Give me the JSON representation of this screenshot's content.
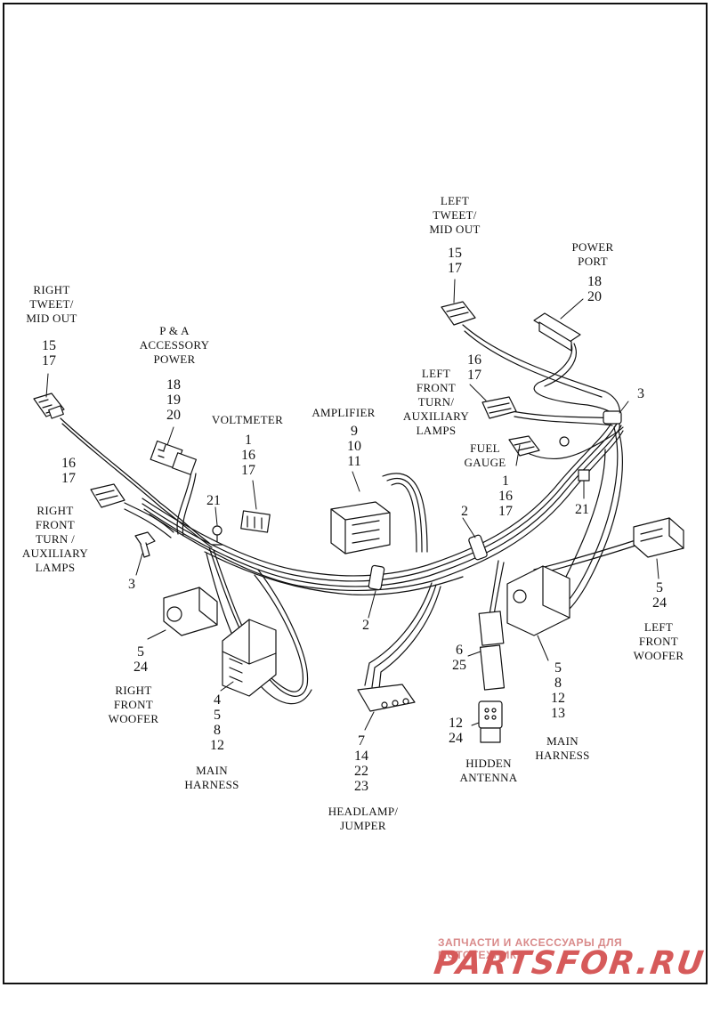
{
  "labels": {
    "right_tweet": [
      "RIGHT",
      "TWEET/",
      "MID OUT"
    ],
    "right_tweet_nums": [
      "15",
      "17"
    ],
    "pa_power": [
      "P & A",
      "ACCESSORY",
      "POWER"
    ],
    "pa_power_nums": [
      "18",
      "19",
      "20"
    ],
    "voltmeter": [
      "VOLTMETER"
    ],
    "voltmeter_nums": [
      "1",
      "16",
      "17"
    ],
    "amplifier": [
      "AMPLIFIER"
    ],
    "amplifier_nums": [
      "9",
      "10",
      "11"
    ],
    "left_tweet": [
      "LEFT",
      "TWEET/",
      "MID OUT"
    ],
    "left_tweet_nums": [
      "15",
      "17"
    ],
    "power_port": [
      "POWER",
      "PORT"
    ],
    "power_port_nums": [
      "18",
      "20"
    ],
    "left_front_turn": [
      "LEFT",
      "FRONT",
      "TURN/",
      "AUXILIARY",
      "LAMPS"
    ],
    "left_front_turn_nums": [
      "16",
      "17"
    ],
    "fuel_gauge": [
      "FUEL",
      "GAUGE"
    ],
    "fuel_gauge_nums": [
      "1",
      "16",
      "17"
    ],
    "right_front_turn_nums": [
      "16",
      "17"
    ],
    "right_front_turn": [
      "RIGHT",
      "FRONT",
      "TURN /",
      "AUXILIARY",
      "LAMPS"
    ],
    "callout_3_left": "3",
    "callout_3_right": "3",
    "callout_21_left": "21",
    "callout_21_right": "21",
    "callout_2_center": "2",
    "callout_2_bottom": "2",
    "right_woofer_nums": [
      "5",
      "24"
    ],
    "right_woofer": [
      "RIGHT",
      "FRONT",
      "WOOFER"
    ],
    "main_harness_left_nums": [
      "4",
      "5",
      "8",
      "12"
    ],
    "main_harness_left": [
      "MAIN",
      "HARNESS"
    ],
    "headlamp_nums": [
      "7",
      "14",
      "22",
      "23"
    ],
    "headlamp": [
      "HEADLAMP/",
      "JUMPER"
    ],
    "antenna_plug_nums": [
      "6",
      "25"
    ],
    "antenna_nums": [
      "12",
      "24"
    ],
    "hidden_antenna": [
      "HIDDEN",
      "ANTENNA"
    ],
    "main_harness_right_nums": [
      "5",
      "8",
      "12",
      "13"
    ],
    "main_harness_right": [
      "MAIN",
      "HARNESS"
    ],
    "left_woofer_nums": [
      "5",
      "24"
    ],
    "left_woofer": [
      "LEFT",
      "FRONT",
      "WOOFER"
    ]
  },
  "watermark": {
    "tagline": "ЗАПЧАСТИ И АКСЕССУАРЫ ДЛЯ МОТОТЕХНИКИ",
    "logo": "PARTSFOR.RU",
    "color": "#d65a5a"
  },
  "line_color": "#111111"
}
